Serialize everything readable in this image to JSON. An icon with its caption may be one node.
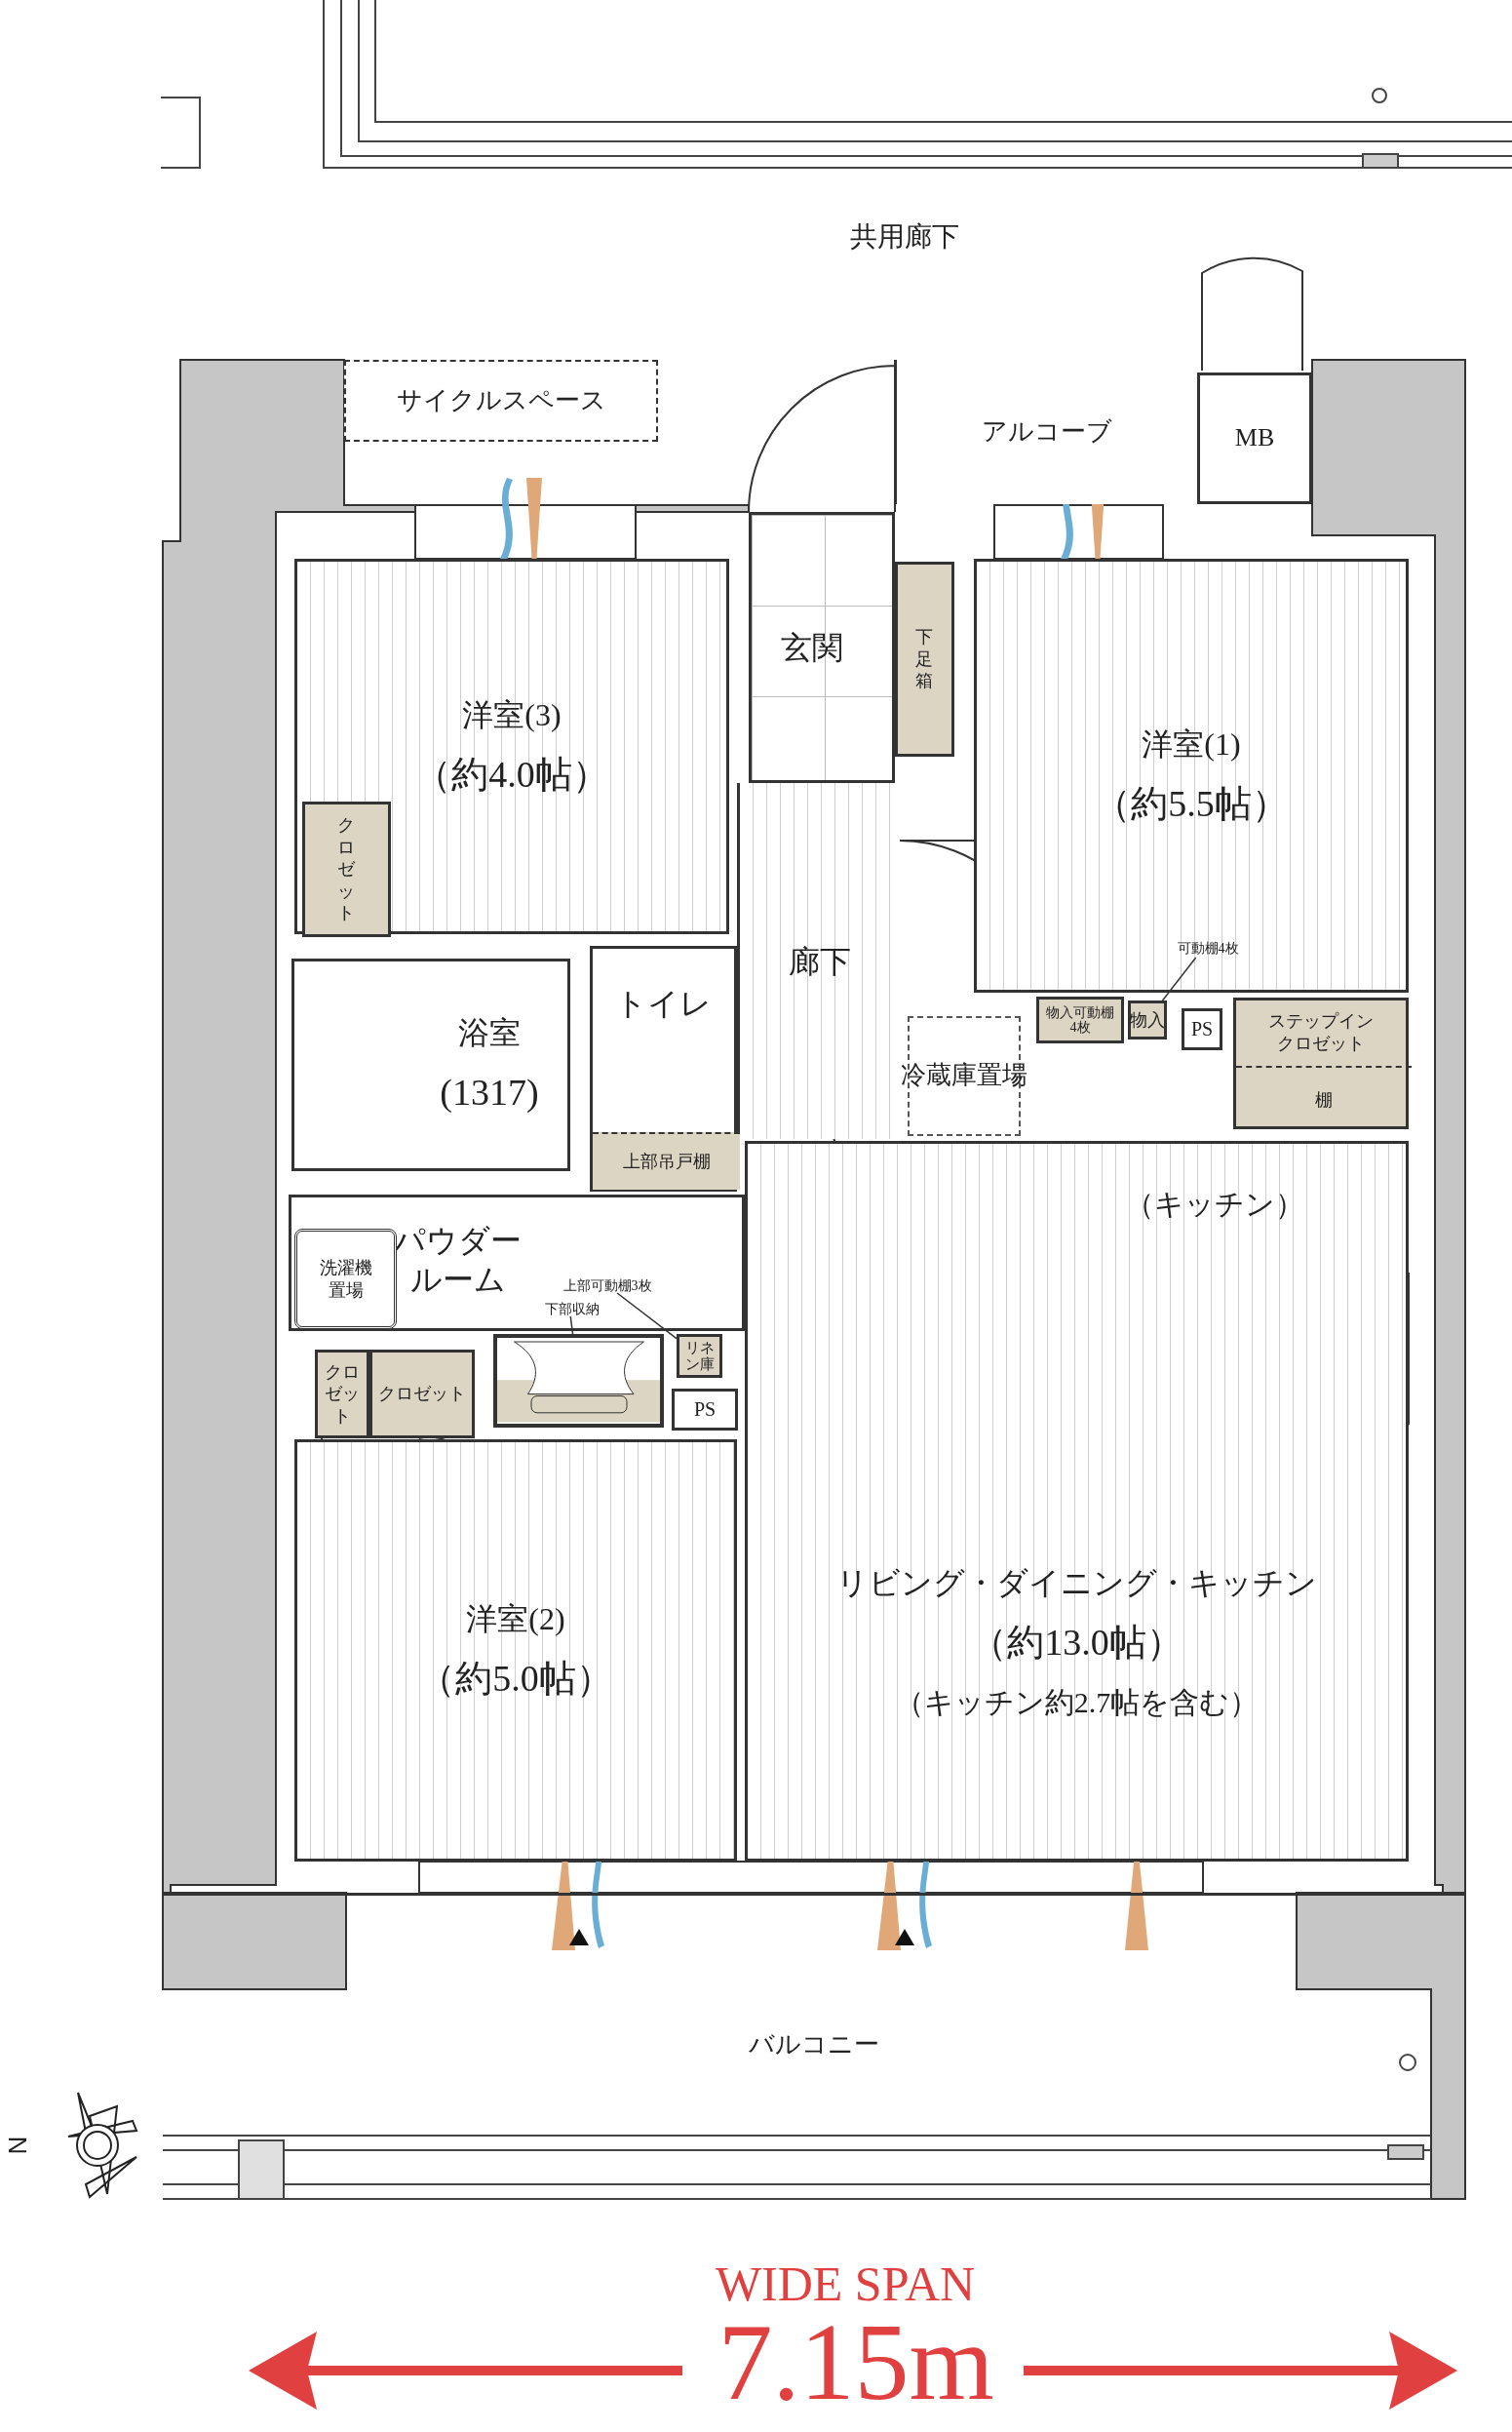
{
  "diagram": {
    "nodes": [
      {
        "text": [
          "サイクルスペース"
        ]
      },
      {
        "text": [
          "アルコーブ"
        ]
      },
      {
        "text": [
          "MB"
        ]
      },
      {
        "text": [
          "玄関"
        ]
      },
      {
        "text": [
          "下足箱"
        ]
      },
      {
        "text": [
          "洋室(3)",
          "（約4.0帖）"
        ]
      },
      {
        "text": [
          "クロゼット"
        ],
        "in": 5
      },
      {
        "text": [
          "洋室(1)",
          "（約5.5帖）"
        ]
      },
      {
        "text": [
          "廊下"
        ]
      },
      {
        "text": [
          "物入可動棚4枚"
        ]
      },
      {
        "text": [
          "物入"
        ]
      },
      {
        "text": [
          "可動棚4枚"
        ],
        "in": 7
      },
      {
        "text": [
          "PS"
        ]
      },
      {
        "text": [
          "ステップインクロゼット"
        ]
      },
      {
        "text": [
          "棚"
        ],
        "in": 13
      },
      {
        "text": [
          "冷蔵庫置場"
        ]
      },
      {
        "text": [
          "トイレ"
        ]
      },
      {
        "text": [
          "上部吊戸棚"
        ],
        "in": 16
      },
      {
        "text": [
          "浴室",
          "(1317)"
        ]
      },
      {
        "text": [
          "パウダールーム"
        ]
      },
      {
        "text": [
          "洗濯機置場"
        ],
        "in": 19
      },
      {
        "text": [
          "上部可動棚3枚"
        ],
        "in": 19
      },
      {
        "text": [
          "下部収納"
        ],
        "in": 19
      },
      {
        "text": [
          "リネン庫"
        ]
      },
      {
        "text": [
          "PS"
        ]
      },
      {
        "text": [],
        "shape": "picture"
      },
      {
        "text": [
          "クロゼット"
        ]
      },
      {
        "text": [
          "クロゼット"
        ]
      },
      {
        "text": [
          "洋室(2)",
          "（約5.0帖）"
        ]
      },
      {
        "text": [
          "リビング・ダイニング・キッチン",
          "（約13.0帖）",
          "（キッチン約2.7帖を含む）"
        ]
      },
      {
        "text": [
          "バルコニー"
        ]
      }
    ],
    "edges": [
      {
        "from": 11,
        "to": 10,
        "arrow": "none"
      },
      {
        "from": 21,
        "to": 23,
        "arrow": "none"
      },
      {
        "from": 22,
        "to": 25,
        "arrow": "none"
      }
    ],
    "labels": [
      "共用廊下",
      "（キッチン）",
      "N",
      "WIDE SPAN",
      "7.15m"
    ]
  }
}
